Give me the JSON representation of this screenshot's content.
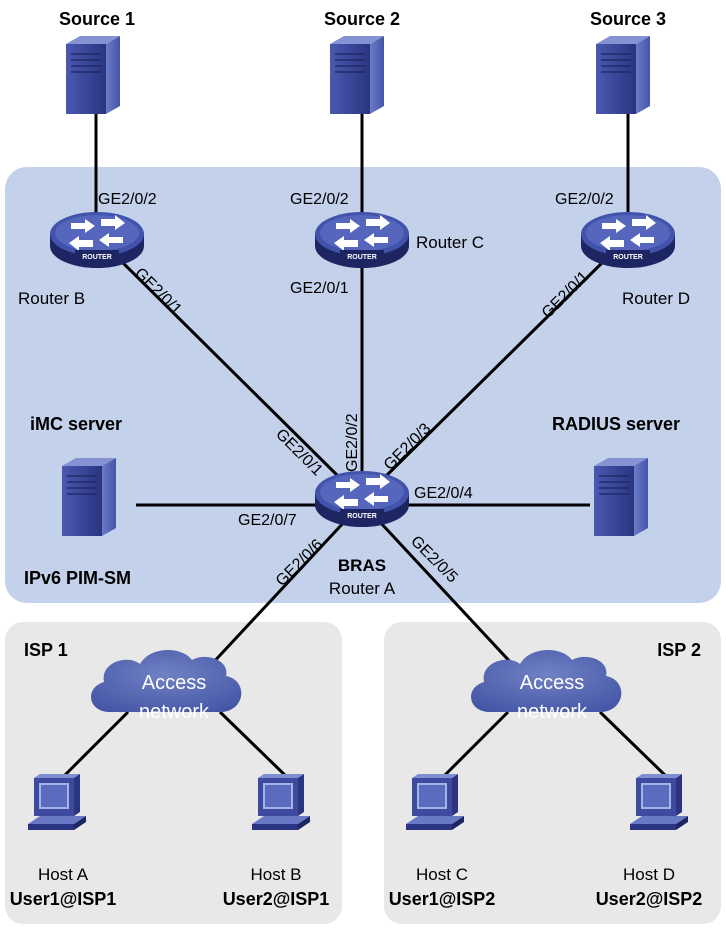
{
  "sources": [
    {
      "label": "Source 1"
    },
    {
      "label": "Source 2"
    },
    {
      "label": "Source 3"
    }
  ],
  "routers": {
    "badge": "ROUTER",
    "b": {
      "label": "Router B"
    },
    "c": {
      "label": "Router C"
    },
    "d": {
      "label": "Router D"
    },
    "a": {
      "role": "BRAS",
      "label": "Router A"
    }
  },
  "interfaces": {
    "b_up": "GE2/0/2",
    "b_down": "GE2/0/1",
    "c_up": "GE2/0/2",
    "c_down": "GE2/0/1",
    "d_up": "GE2/0/2",
    "d_down": "GE2/0/1",
    "a_b": "GE2/0/1",
    "a_c": "GE2/0/2",
    "a_d": "GE2/0/3",
    "a_radius": "GE2/0/4",
    "a_isp2": "GE2/0/5",
    "a_isp1": "GE2/0/6",
    "a_imc": "GE2/0/7"
  },
  "servers": {
    "imc": "iMC server",
    "radius": "RADIUS server"
  },
  "protocol_label": "IPv6 PIM-SM",
  "isps": [
    {
      "label": "ISP 1",
      "cloud_line1": "Access",
      "cloud_line2": "network",
      "hosts": [
        {
          "name": "Host A",
          "user": "User1@ISP1"
        },
        {
          "name": "Host B",
          "user": "User2@ISP1"
        }
      ]
    },
    {
      "label": "ISP 2",
      "cloud_line1": "Access",
      "cloud_line2": "network",
      "hosts": [
        {
          "name": "Host C",
          "user": "User1@ISP2"
        },
        {
          "name": "Host D",
          "user": "User2@ISP2"
        }
      ]
    }
  ],
  "colors": {
    "core_region": "#c3d1ea",
    "isp_region": "#e8e8e8",
    "device_blue": "#3d4a9e",
    "device_dark": "#232c6e",
    "cloud": "#5a6bb3"
  }
}
